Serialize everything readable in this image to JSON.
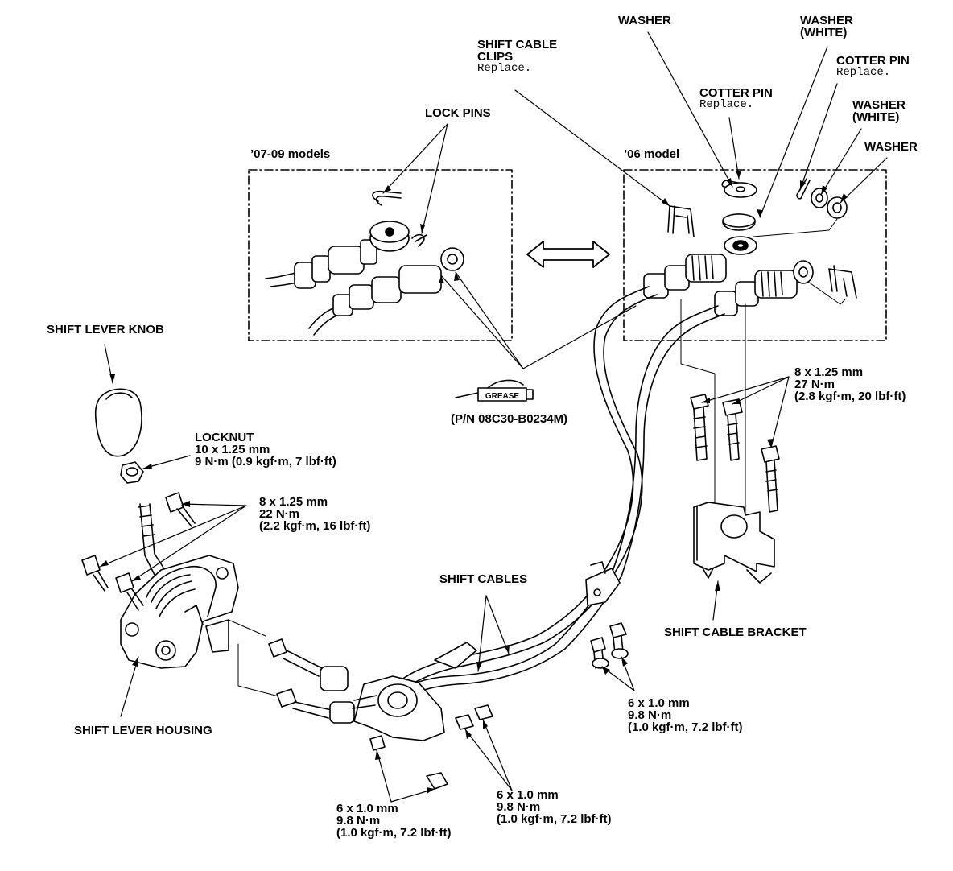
{
  "labels": {
    "washer_left": "WASHER",
    "washer_white_top": [
      "WASHER",
      "(WHITE)"
    ],
    "shift_cable_clips": [
      "SHIFT CABLE",
      "CLIPS"
    ],
    "shift_cable_clips_note": "Replace.",
    "cotter_pin_right": "COTTER PIN",
    "cotter_pin_right_note": "Replace.",
    "cotter_pin_mid": "COTTER PIN",
    "cotter_pin_mid_note": "Replace.",
    "washer_white_mid": [
      "WASHER",
      "(WHITE)"
    ],
    "washer_right": "WASHER",
    "lock_pins": "LOCK PINS",
    "models_07_09": "’07-09 models",
    "model_06": "’06 model",
    "shift_lever_knob": "SHIFT LEVER KNOB",
    "grease_tube": "GREASE",
    "grease_pn": "(P/N 08C30-B0234M)",
    "bracket_bolt_spec": [
      "8 x 1.25 mm",
      "27 N·m",
      "(2.8 kgf·m, 20 lbf·ft)"
    ],
    "locknut": [
      "LOCKNUT",
      "10 x 1.25 mm",
      "9 N·m (0.9 kgf·m, 7 lbf·ft)"
    ],
    "housing_bolt_spec": [
      "8 x 1.25 mm",
      "22 N·m",
      "(2.2 kgf·m, 16 lbf·ft)"
    ],
    "shift_cables": "SHIFT CABLES",
    "shift_cable_bracket": "SHIFT CABLE BRACKET",
    "shift_lever_housing": "SHIFT LEVER HOUSING",
    "cable_bolt_spec": [
      "6 x 1.0 mm",
      "9.8 N·m",
      "(1.0 kgf·m, 7.2 lbf·ft)"
    ],
    "nut_spec_center": [
      "6 x 1.0 mm",
      "9.8 N·m",
      "(1.0 kgf·m, 7.2 lbf·ft)"
    ],
    "nut_spec_bottom": [
      "6 x 1.0 mm",
      "9.8 N·m",
      "(1.0 kgf·m, 7.2 lbf·ft)"
    ]
  }
}
